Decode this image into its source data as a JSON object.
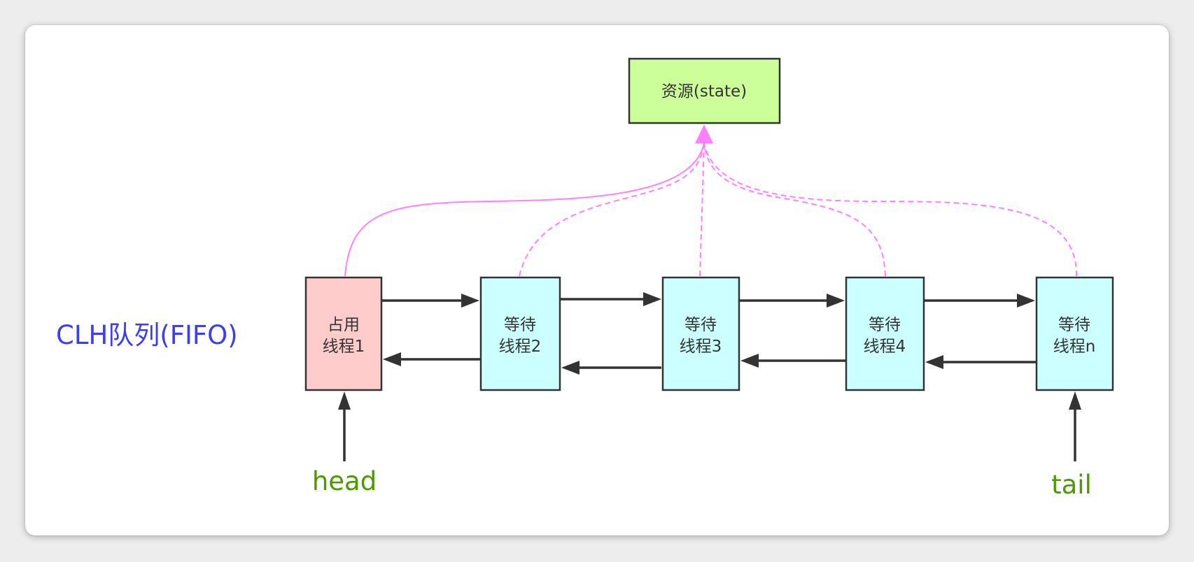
{
  "resource": {
    "label": "资源(state)",
    "color": "#ccff99"
  },
  "queue_label": {
    "text": "CLH队列(FIFO)",
    "color": "#3d3df2"
  },
  "nodes": [
    {
      "line1": "占用",
      "line2": "线程1",
      "color": "#ffcccc"
    },
    {
      "line1": "等待",
      "line2": "线程2",
      "color": "#ccffff"
    },
    {
      "line1": "等待",
      "line2": "线程3",
      "color": "#ccffff"
    },
    {
      "line1": "等待",
      "line2": "线程4",
      "color": "#ccffff"
    },
    {
      "line1": "等待",
      "line2": "线程n",
      "color": "#ccffff"
    }
  ],
  "pointers": {
    "head": {
      "text": "head",
      "color": "#4d9900"
    },
    "tail": {
      "text": "tail",
      "color": "#4d9900"
    }
  },
  "colors": {
    "connector": "#ff80ff",
    "link": "#333333"
  }
}
